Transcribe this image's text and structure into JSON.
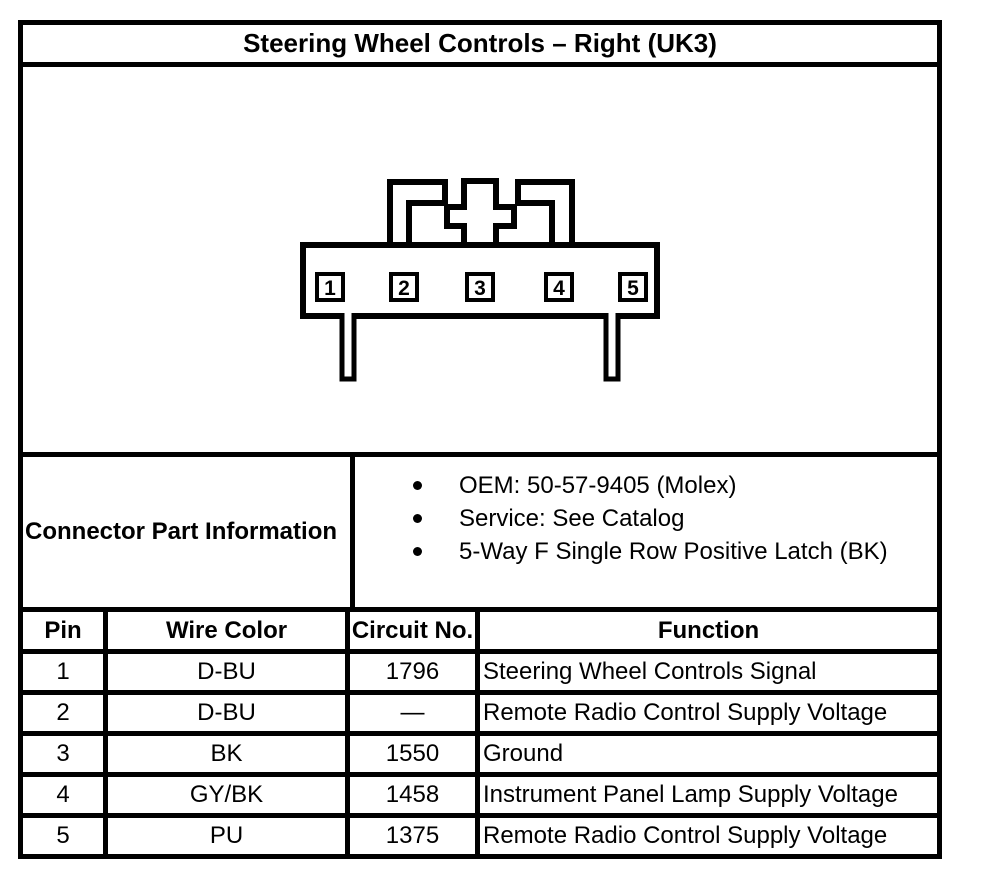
{
  "colors": {
    "ink": "#000000",
    "paper": "#ffffff"
  },
  "title": "Steering Wheel Controls – Right (UK3)",
  "connector": {
    "description": "5-way female connector, single row, positive latch",
    "pins": [
      "1",
      "2",
      "3",
      "4",
      "5"
    ]
  },
  "part_info": {
    "label": "Connector Part Information",
    "bullets": [
      "OEM: 50-57-9405 (Molex)",
      "Service: See Catalog",
      "5-Way F Single Row Positive Latch (BK)"
    ]
  },
  "pin_table": {
    "headers": [
      "Pin",
      "Wire Color",
      "Circuit No.",
      "Function"
    ],
    "rows": [
      {
        "pin": "1",
        "wire_color": "D-BU",
        "circuit": "1796",
        "function": "Steering Wheel Controls Signal"
      },
      {
        "pin": "2",
        "wire_color": "D-BU",
        "circuit": "—",
        "function": "Remote Radio Control Supply Voltage"
      },
      {
        "pin": "3",
        "wire_color": "BK",
        "circuit": "1550",
        "function": "Ground"
      },
      {
        "pin": "4",
        "wire_color": "GY/BK",
        "circuit": "1458",
        "function": "Instrument Panel Lamp Supply Voltage"
      },
      {
        "pin": "5",
        "wire_color": "PU",
        "circuit": "1375",
        "function": "Remote Radio Control Supply Voltage"
      }
    ]
  }
}
